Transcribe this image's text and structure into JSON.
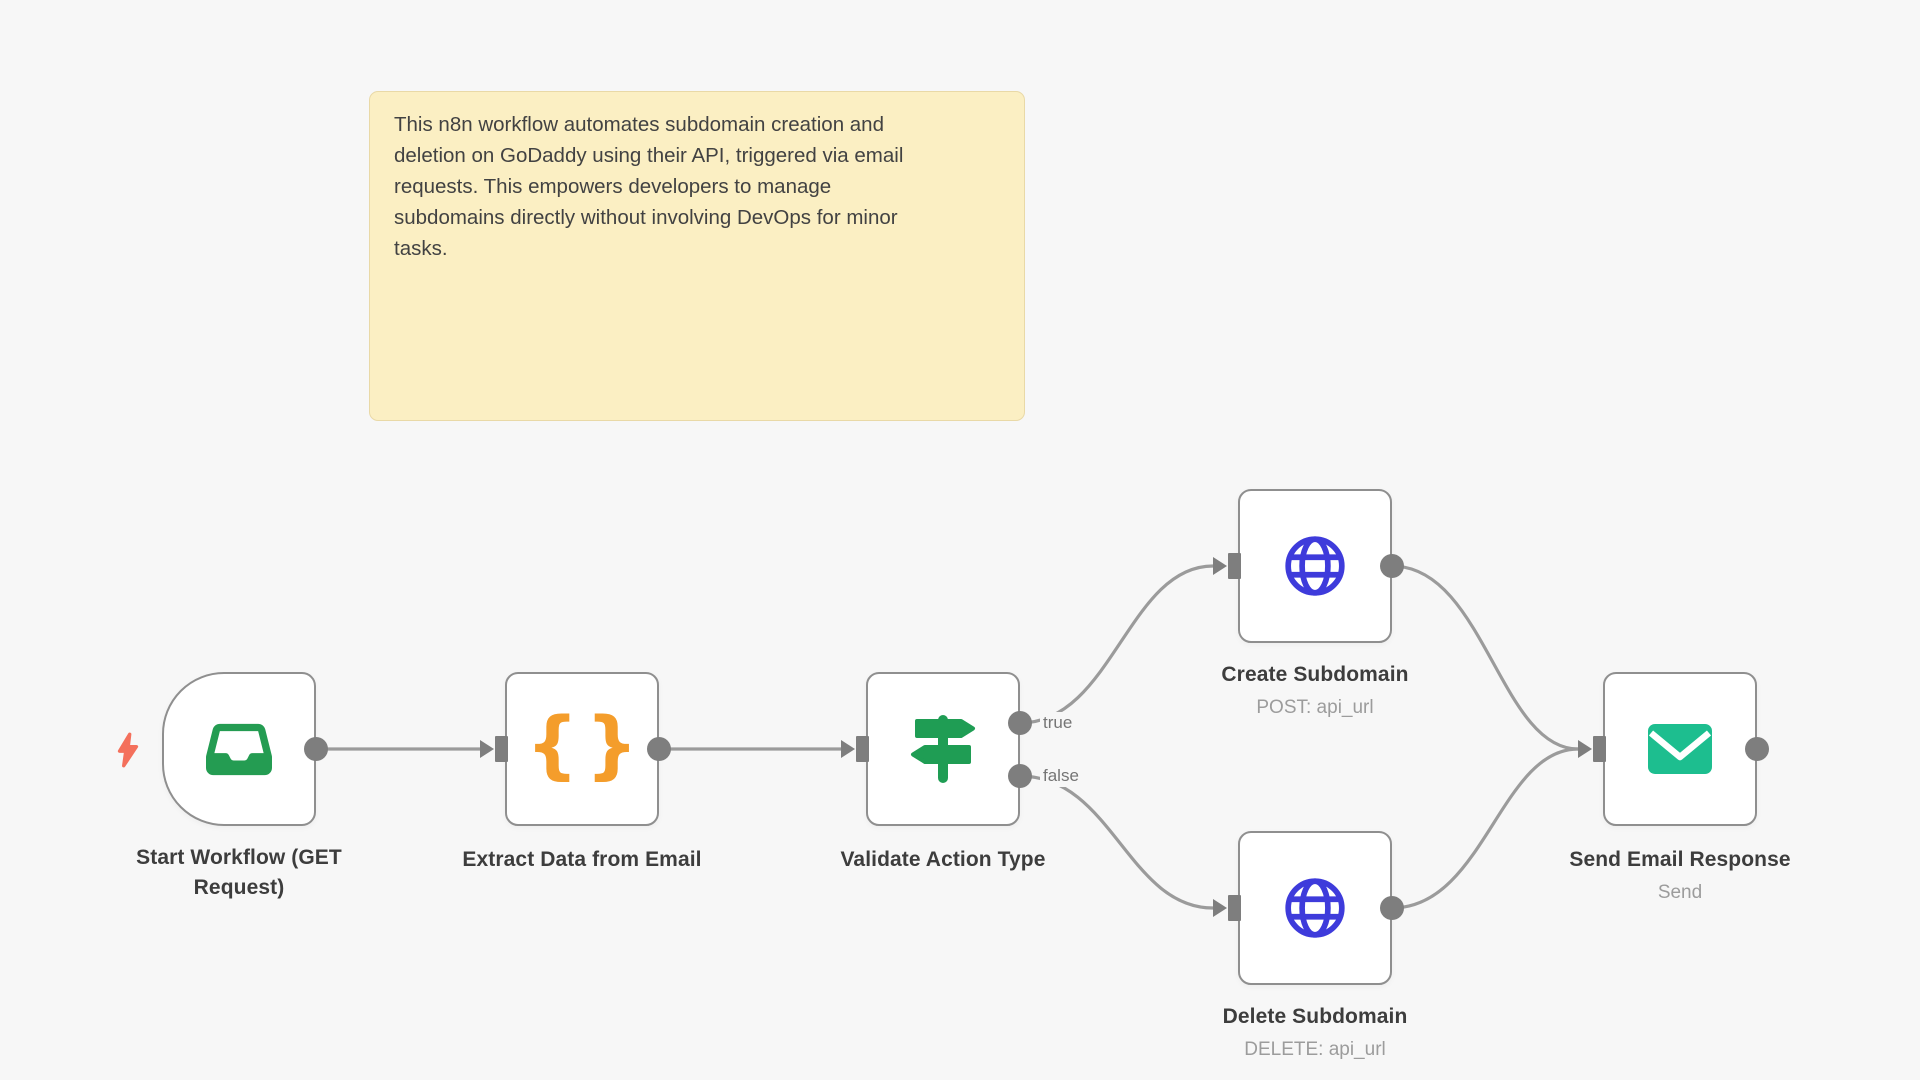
{
  "canvas": {
    "background_color": "#F7F7F7"
  },
  "sticky_note": {
    "text": "This n8n workflow automates subdomain creation and\ndeletion on GoDaddy using their API, triggered via email\nrequests. This empowers developers to manage\nsubdomains directly without involving DevOps for minor\ntasks.",
    "background_color": "#FBEFC3",
    "border_color": "#E9D9A7"
  },
  "nodes": [
    {
      "id": "start-workflow",
      "title": "Start Workflow (GET\nRequest)",
      "subtitle": "",
      "icon": "inbox-icon",
      "icon_color": "#249C52",
      "type": "trigger"
    },
    {
      "id": "extract-data",
      "title": "Extract Data from Email",
      "subtitle": "",
      "icon": "code-braces-icon",
      "icon_color": "#F49D2B",
      "type": "action"
    },
    {
      "id": "validate-action",
      "title": "Validate Action Type",
      "subtitle": "",
      "icon": "signpost-icon",
      "icon_color": "#1F9D54",
      "type": "if",
      "outputs": [
        "true",
        "false"
      ]
    },
    {
      "id": "create-subdomain",
      "title": "Create Subdomain",
      "subtitle": "POST: api_url",
      "icon": "globe-icon",
      "icon_color": "#3E3BDB",
      "type": "action"
    },
    {
      "id": "delete-subdomain",
      "title": "Delete Subdomain",
      "subtitle": "DELETE: api_url",
      "icon": "globe-icon",
      "icon_color": "#3E3BDB",
      "type": "action"
    },
    {
      "id": "send-email",
      "title": "Send Email Response",
      "subtitle": "Send",
      "icon": "envelope-icon",
      "icon_color": "#1DBE8F",
      "type": "action"
    }
  ],
  "branch_labels": {
    "true": "true",
    "false": "false"
  },
  "braces": {
    "open": "{",
    "close": "}"
  },
  "colors": {
    "node_border": "#8F8F8F",
    "connector_line": "#9B9B9B",
    "port": "#7E7E7E",
    "trigger_bolt": "#F4705C",
    "title_text": "#3D3D3D",
    "subtitle_text": "#9C9C9C"
  }
}
